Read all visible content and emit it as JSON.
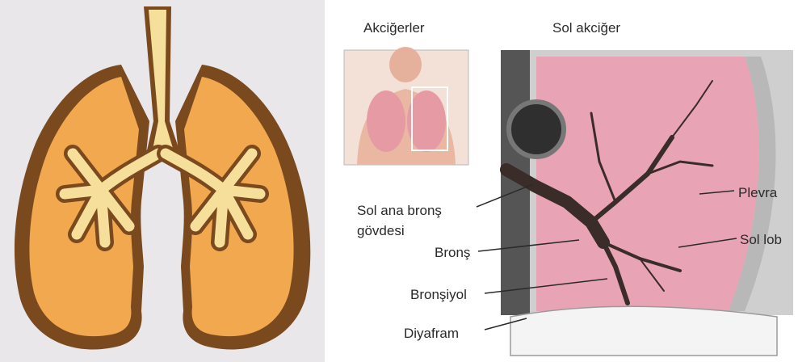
{
  "left_illustration": {
    "icon": "lungs-icon",
    "colors": {
      "background": "#e9e7ea",
      "outline": "#7a4a1e",
      "lung_fill": "#f2a84e",
      "bronchi_fill": "#f6df9a"
    }
  },
  "right_diagram": {
    "header_left": "Akciğerler",
    "header_right": "Sol akciğer",
    "labels": {
      "left_main_bronchus_line1": "Sol ana bronş",
      "left_main_bronchus_line2": "gövdesi",
      "bronchus": "Bronş",
      "bronchiole": "Bronşiyol",
      "diaphragm": "Diyafram",
      "pleura": "Plevra",
      "left_lobe": "Sol lob"
    },
    "colors": {
      "lung_tissue": "#e8a4b4",
      "airway": "#3a2c28",
      "frame_gray": "#8c8c8c"
    }
  }
}
